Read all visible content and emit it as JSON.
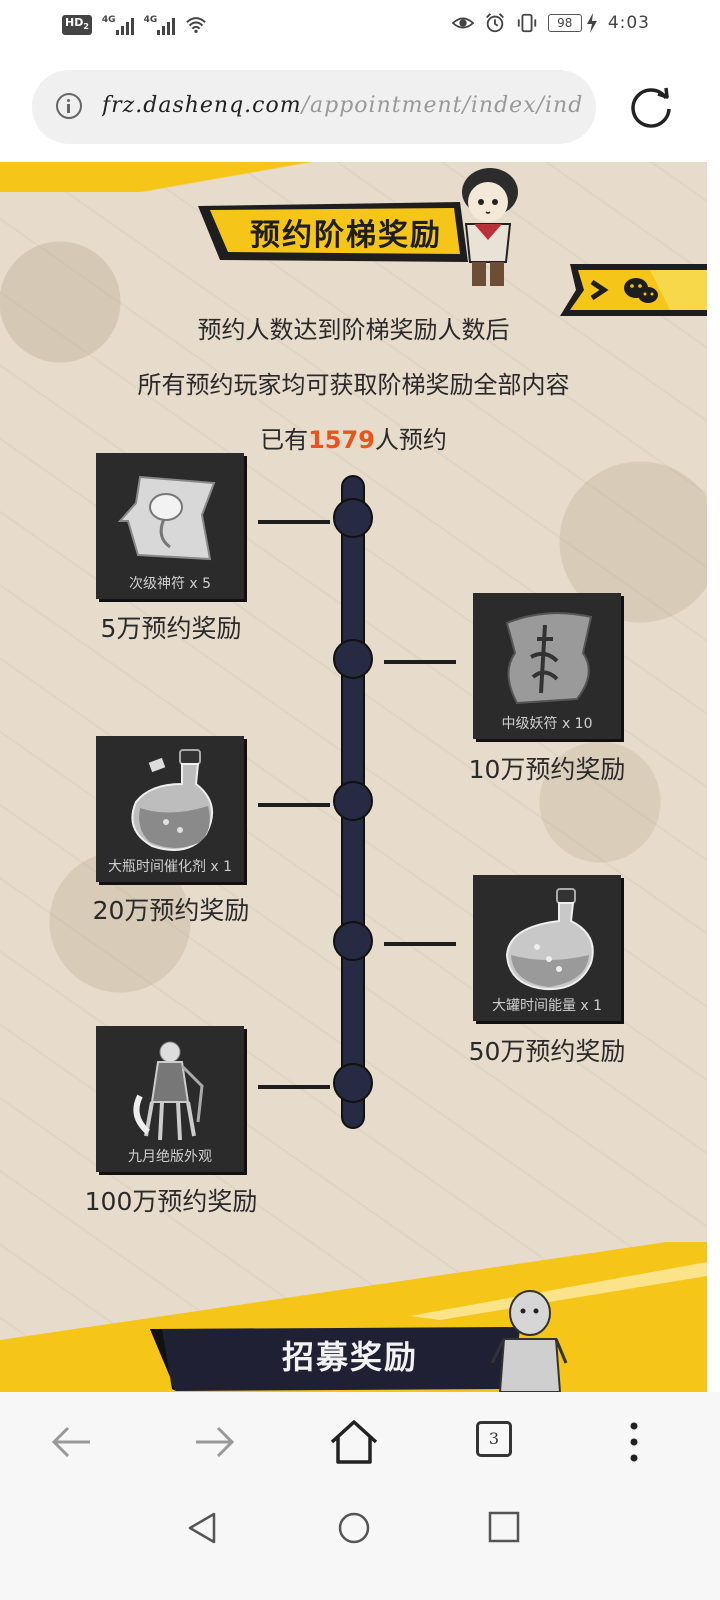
{
  "status_bar": {
    "hd_label": "HD",
    "hd_sub": "2",
    "net1": "4G",
    "net2": "4G",
    "battery": "98",
    "time": "4:03"
  },
  "browser": {
    "url_domain": "frz.dashenq.com",
    "url_path": "/appointment/index/index/",
    "tab_count": "3"
  },
  "page": {
    "title": "预约阶梯奖励",
    "desc_line1": "预约人数达到阶梯奖励人数后",
    "desc_line2": "所有预约玩家均可获取阶梯奖励全部内容",
    "count_prefix": "已有",
    "count_value": "1579",
    "count_suffix": "人预约",
    "rewards": [
      {
        "item": "次级神符 x 5",
        "tier": "5万预约奖励",
        "side": "left"
      },
      {
        "item": "中级妖符 x 10",
        "tier": "10万预约奖励",
        "side": "right"
      },
      {
        "item": "大瓶时间催化剂 x 1",
        "tier": "20万预约奖励",
        "side": "left"
      },
      {
        "item": "大罐时间能量 x 1",
        "tier": "50万预约奖励",
        "side": "right"
      },
      {
        "item": "九月绝版外观",
        "tier": "100万预约奖励",
        "side": "left"
      }
    ],
    "recruit_title": "招募奖励"
  },
  "colors": {
    "accent_yellow": "#f5c518",
    "count_orange": "#e8541c",
    "timeline_navy": "#262a42",
    "page_beige": "#e7dccb"
  },
  "icons": [
    "info-icon",
    "reload-icon",
    "back-icon",
    "forward-icon",
    "home-icon",
    "more-icon",
    "wechat-icon",
    "share-arrow-icon"
  ]
}
